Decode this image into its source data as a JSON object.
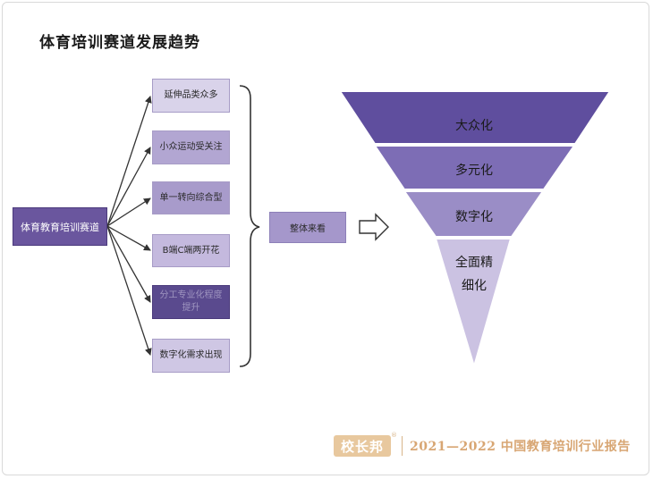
{
  "title": "体育培训赛道发展趋势",
  "root": "体育教育培训赛道",
  "branches": [
    "延伸品类众多",
    "小众运动受关注",
    "单一转向综合型",
    "B端C端两开花",
    "分工专业化程度提升",
    "数字化需求出现"
  ],
  "overall": "整体来看",
  "funnel": {
    "levels": [
      "大众化",
      "多元化",
      "数字化",
      "全面精细化"
    ],
    "level_lines": {
      "last_line1": "全面精",
      "last_line2": "细化"
    },
    "colors": [
      "#5f4e9e",
      "#7d6db5",
      "#9a8dc6",
      "#cbc2e2"
    ]
  },
  "footer": {
    "logo": "校长邦",
    "registered": "®",
    "report": "2021—2022 中国教育培训行业报告"
  },
  "colors": {
    "accent": "#6a569e",
    "footer": "#d8a673"
  }
}
